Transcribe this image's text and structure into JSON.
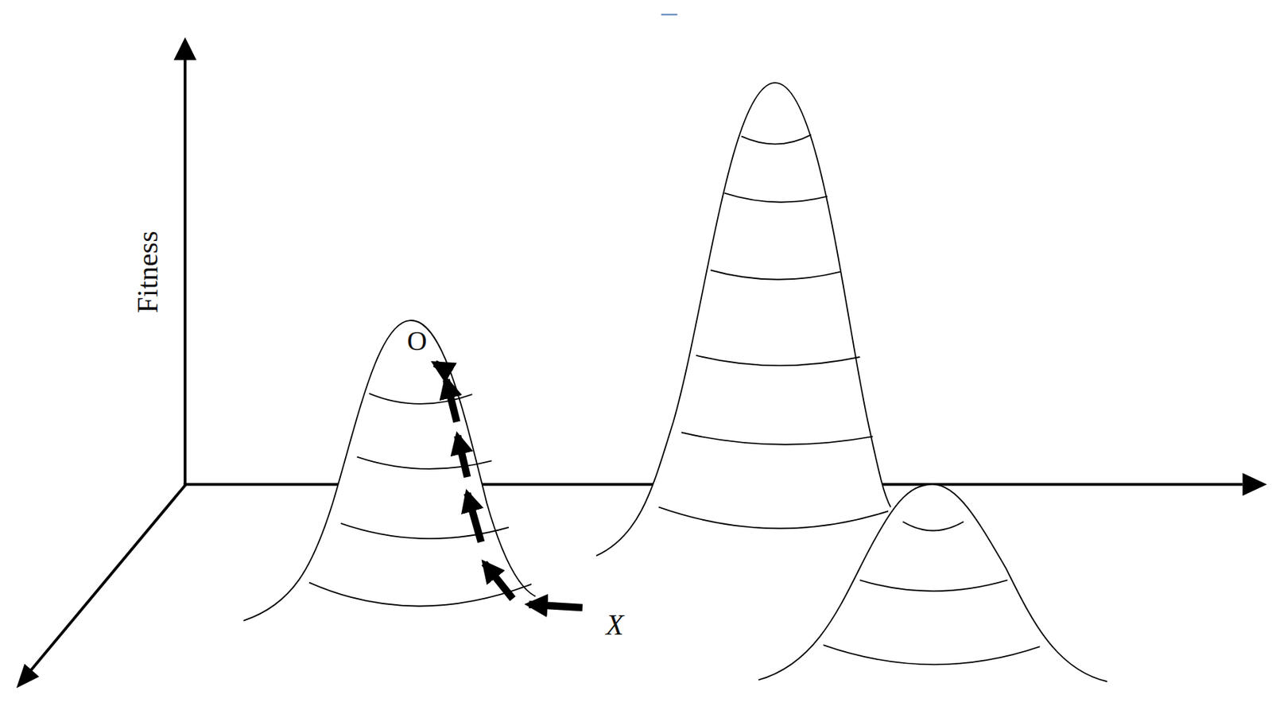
{
  "diagram": {
    "labels": [
      "Fitness",
      "O",
      "X"
    ]
  }
}
